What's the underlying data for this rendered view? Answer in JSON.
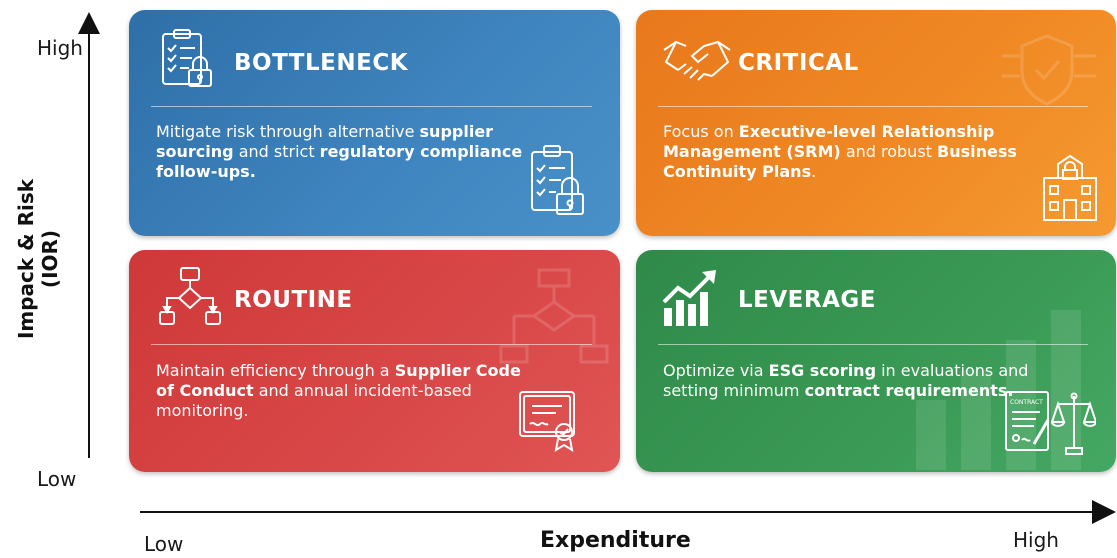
{
  "axes": {
    "y_title": "Impack & Risk (IOR)",
    "y_high": "High",
    "y_low": "Low",
    "x_title": "Expenditure",
    "x_low": "Low",
    "x_high": "High"
  },
  "quadrants": {
    "bottleneck": {
      "title": "BOTTLENECK",
      "text": [
        {
          "t": "Mitigate risk through alternative ",
          "b": false
        },
        {
          "t": "supplier sourcing",
          "b": true
        },
        {
          "t": " and strict ",
          "b": false
        },
        {
          "t": "regulatory compliance follow-ups.",
          "b": true
        }
      ],
      "color": "#3f85bf",
      "icon": "clipboard-lock-icon"
    },
    "critical": {
      "title": "CRITICAL",
      "text": [
        {
          "t": "Focus on ",
          "b": false
        },
        {
          "t": "Executive-level Relationship Management (SRM)",
          "b": true
        },
        {
          "t": " and robust ",
          "b": false
        },
        {
          "t": "Business Continuity Plans",
          "b": true
        },
        {
          "t": ".",
          "b": false
        }
      ],
      "color": "#f08a25",
      "icon": "handshake-icon"
    },
    "routine": {
      "title": "ROUTINE",
      "text": [
        {
          "t": "Maintain efficiency through a ",
          "b": false
        },
        {
          "t": "Supplier Code of Conduct",
          "b": true
        },
        {
          "t": " and annual incident-based monitoring.",
          "b": false
        }
      ],
      "color": "#d94848",
      "icon": "flowchart-icon"
    },
    "leverage": {
      "title": "LEVERAGE",
      "text": [
        {
          "t": "Optimize via ",
          "b": false
        },
        {
          "t": "ESG scoring",
          "b": true
        },
        {
          "t": " in evaluations and setting minimum ",
          "b": false
        },
        {
          "t": "contract requirements.",
          "b": true
        }
      ],
      "color": "#3a9a55",
      "icon": "growth-chart-icon",
      "doc_label": "CONTRACT"
    }
  }
}
